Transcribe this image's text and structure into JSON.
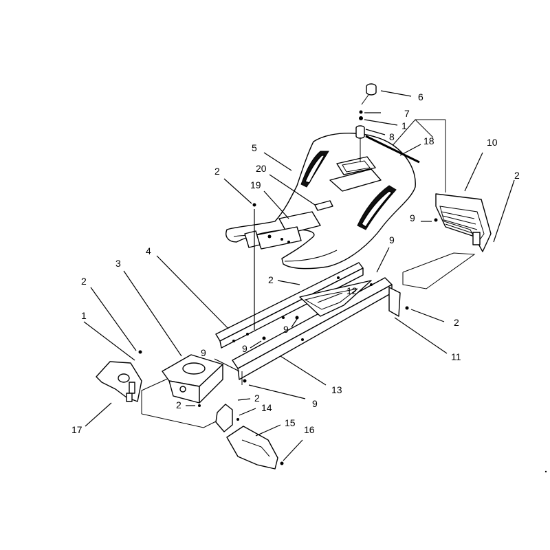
{
  "diagram": {
    "callouts": {
      "c6": "6",
      "c7": "7",
      "c1a": "1",
      "c8": "8",
      "c18": "18",
      "c5": "5",
      "c10": "10",
      "c2a": "2",
      "c20": "20",
      "c19": "19",
      "c2b": "2",
      "c9a": "9",
      "c9b": "9",
      "c4": "4",
      "c3": "3",
      "c2c": "2",
      "c12": "12",
      "c2d": "2",
      "c1b": "1",
      "c9c": "9",
      "c2e": "2",
      "c11": "11",
      "c9d": "9",
      "c13": "13",
      "c2f": "2",
      "c9e": "9",
      "c2g": "2",
      "c14": "14",
      "c15": "15",
      "c16": "16",
      "c17": "17"
    }
  }
}
